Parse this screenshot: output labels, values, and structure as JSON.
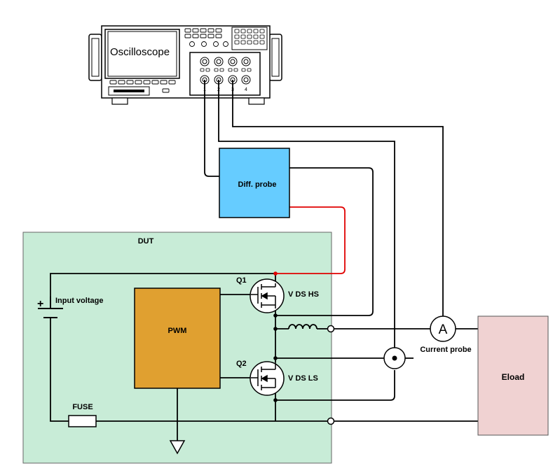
{
  "oscilloscope": {
    "label": "Oscilloscope",
    "channels": [
      "1",
      "2",
      "3",
      "4"
    ]
  },
  "diff_probe": {
    "label": "Diff. probe"
  },
  "dut": {
    "label": "DUT"
  },
  "pwm": {
    "label": "PWM"
  },
  "q1": {
    "label": "Q1",
    "vds_label": "V DS HS"
  },
  "q2": {
    "label": "Q2",
    "vds_label": "V DS LS"
  },
  "input_voltage": {
    "label": "Input voltage",
    "plus": "+"
  },
  "fuse": {
    "label": "FUSE"
  },
  "current_probe": {
    "label": "Current probe",
    "symbol": "A"
  },
  "eload": {
    "label": "Eload"
  },
  "colors": {
    "dut_fill": "#c8ecd7",
    "diff_probe_fill": "#66ccff",
    "pwm_fill": "#e0a030",
    "eload_fill": "#f0d2d2",
    "red_wire": "#e00000"
  }
}
